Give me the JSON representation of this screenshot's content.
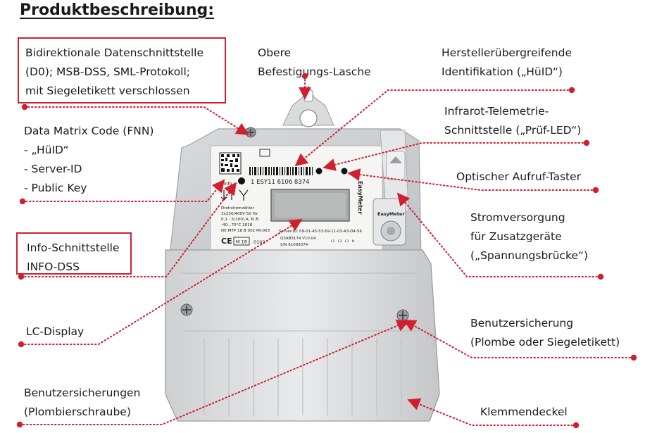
{
  "title": "Produktbeschreibung:",
  "accent_color": "#d0202e",
  "labels": {
    "d0": [
      "Bidirektionale Datenschnittstelle",
      "(D0); MSB-DSS, SML-Protokoll;",
      "mit Siegeletikett verschlossen"
    ],
    "datamatrix": [
      "Data Matrix Code (FNN)",
      "- „HüID“",
      "- Server-ID",
      "- Public Key"
    ],
    "info": [
      "Info-Schnittstelle",
      "INFO-DSS"
    ],
    "lcd": [
      "LC-Display"
    ],
    "screws": [
      "Benutzersicherungen",
      "(Plombierschraube)"
    ],
    "lasche": [
      "Obere",
      "Befestigungs-Lasche"
    ],
    "huid": [
      "Herstellerübergreifende",
      "Identifikation („HüID“)"
    ],
    "infrarot": [
      "Infrarot-Telemetrie-",
      "Schnittstelle („Prüf-LED“)"
    ],
    "taster": [
      "Optischer Aufruf-Taster"
    ],
    "strom": [
      "Stromversorgung",
      "für Zusatzgeräte",
      "(„Spannungsbrücke“)"
    ],
    "benutzer": [
      "Benutzersicherung",
      "(Plombe oder Siegeletikett)"
    ],
    "klemmen": [
      "Klemmendeckel"
    ]
  },
  "meter": {
    "brand": "EasyMeter",
    "barcode_text": "1 ESY11 6106 8374",
    "info_label": "Info",
    "spec_lines": [
      "Drehstromzähler",
      "3x230/400V  50 Hz",
      "0,1 - 5(100) A, Kl.B",
      "-40...70°C  2018",
      "DE MTP 18 B 002 MI-003"
    ],
    "m_mark": "M 18",
    "nb_number": "0102",
    "ce_mark": "CE",
    "server_id": "Server-ID: 09-01-45-53-59-11-03-A3-D4-56",
    "model": "Q3AB3174   V10.04",
    "serial": "S/N  61068374",
    "phase_labels": [
      "L1",
      "L2",
      "L3",
      "N"
    ]
  }
}
